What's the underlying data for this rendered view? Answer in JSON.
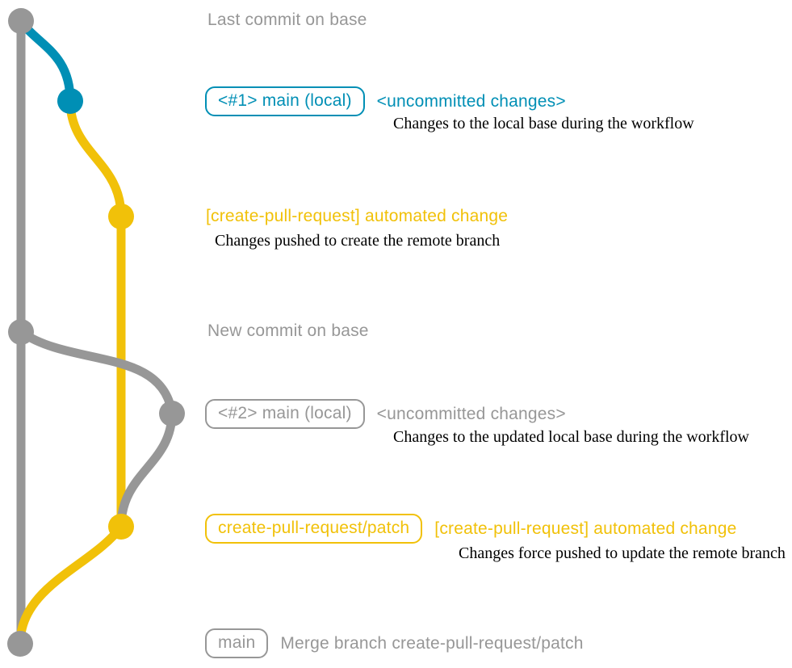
{
  "colors": {
    "gray": "#979797",
    "teal": "#008fb5",
    "yellow": "#f1c109",
    "annotation": "#000000",
    "background": "#ffffff"
  },
  "rows": {
    "last_commit": {
      "message": "Last commit on base"
    },
    "commit1": {
      "badge": "<#1> main (local)",
      "message": "<uncommitted changes>",
      "annotation": "Changes to the local base during the workflow"
    },
    "commit2": {
      "message": "[create-pull-request] automated change",
      "annotation": "Changes pushed to create the remote branch"
    },
    "new_commit": {
      "message": "New commit on base"
    },
    "commit3": {
      "badge": "<#2> main (local)",
      "message": "<uncommitted changes>",
      "annotation": "Changes to the updated local base during the workflow"
    },
    "commit4": {
      "badge": "create-pull-request/patch",
      "message": "[create-pull-request] automated change",
      "annotation": "Changes force pushed to update the remote branch"
    },
    "merge_commit": {
      "badge": "main",
      "message": "Merge branch create-pull-request/patch"
    }
  }
}
